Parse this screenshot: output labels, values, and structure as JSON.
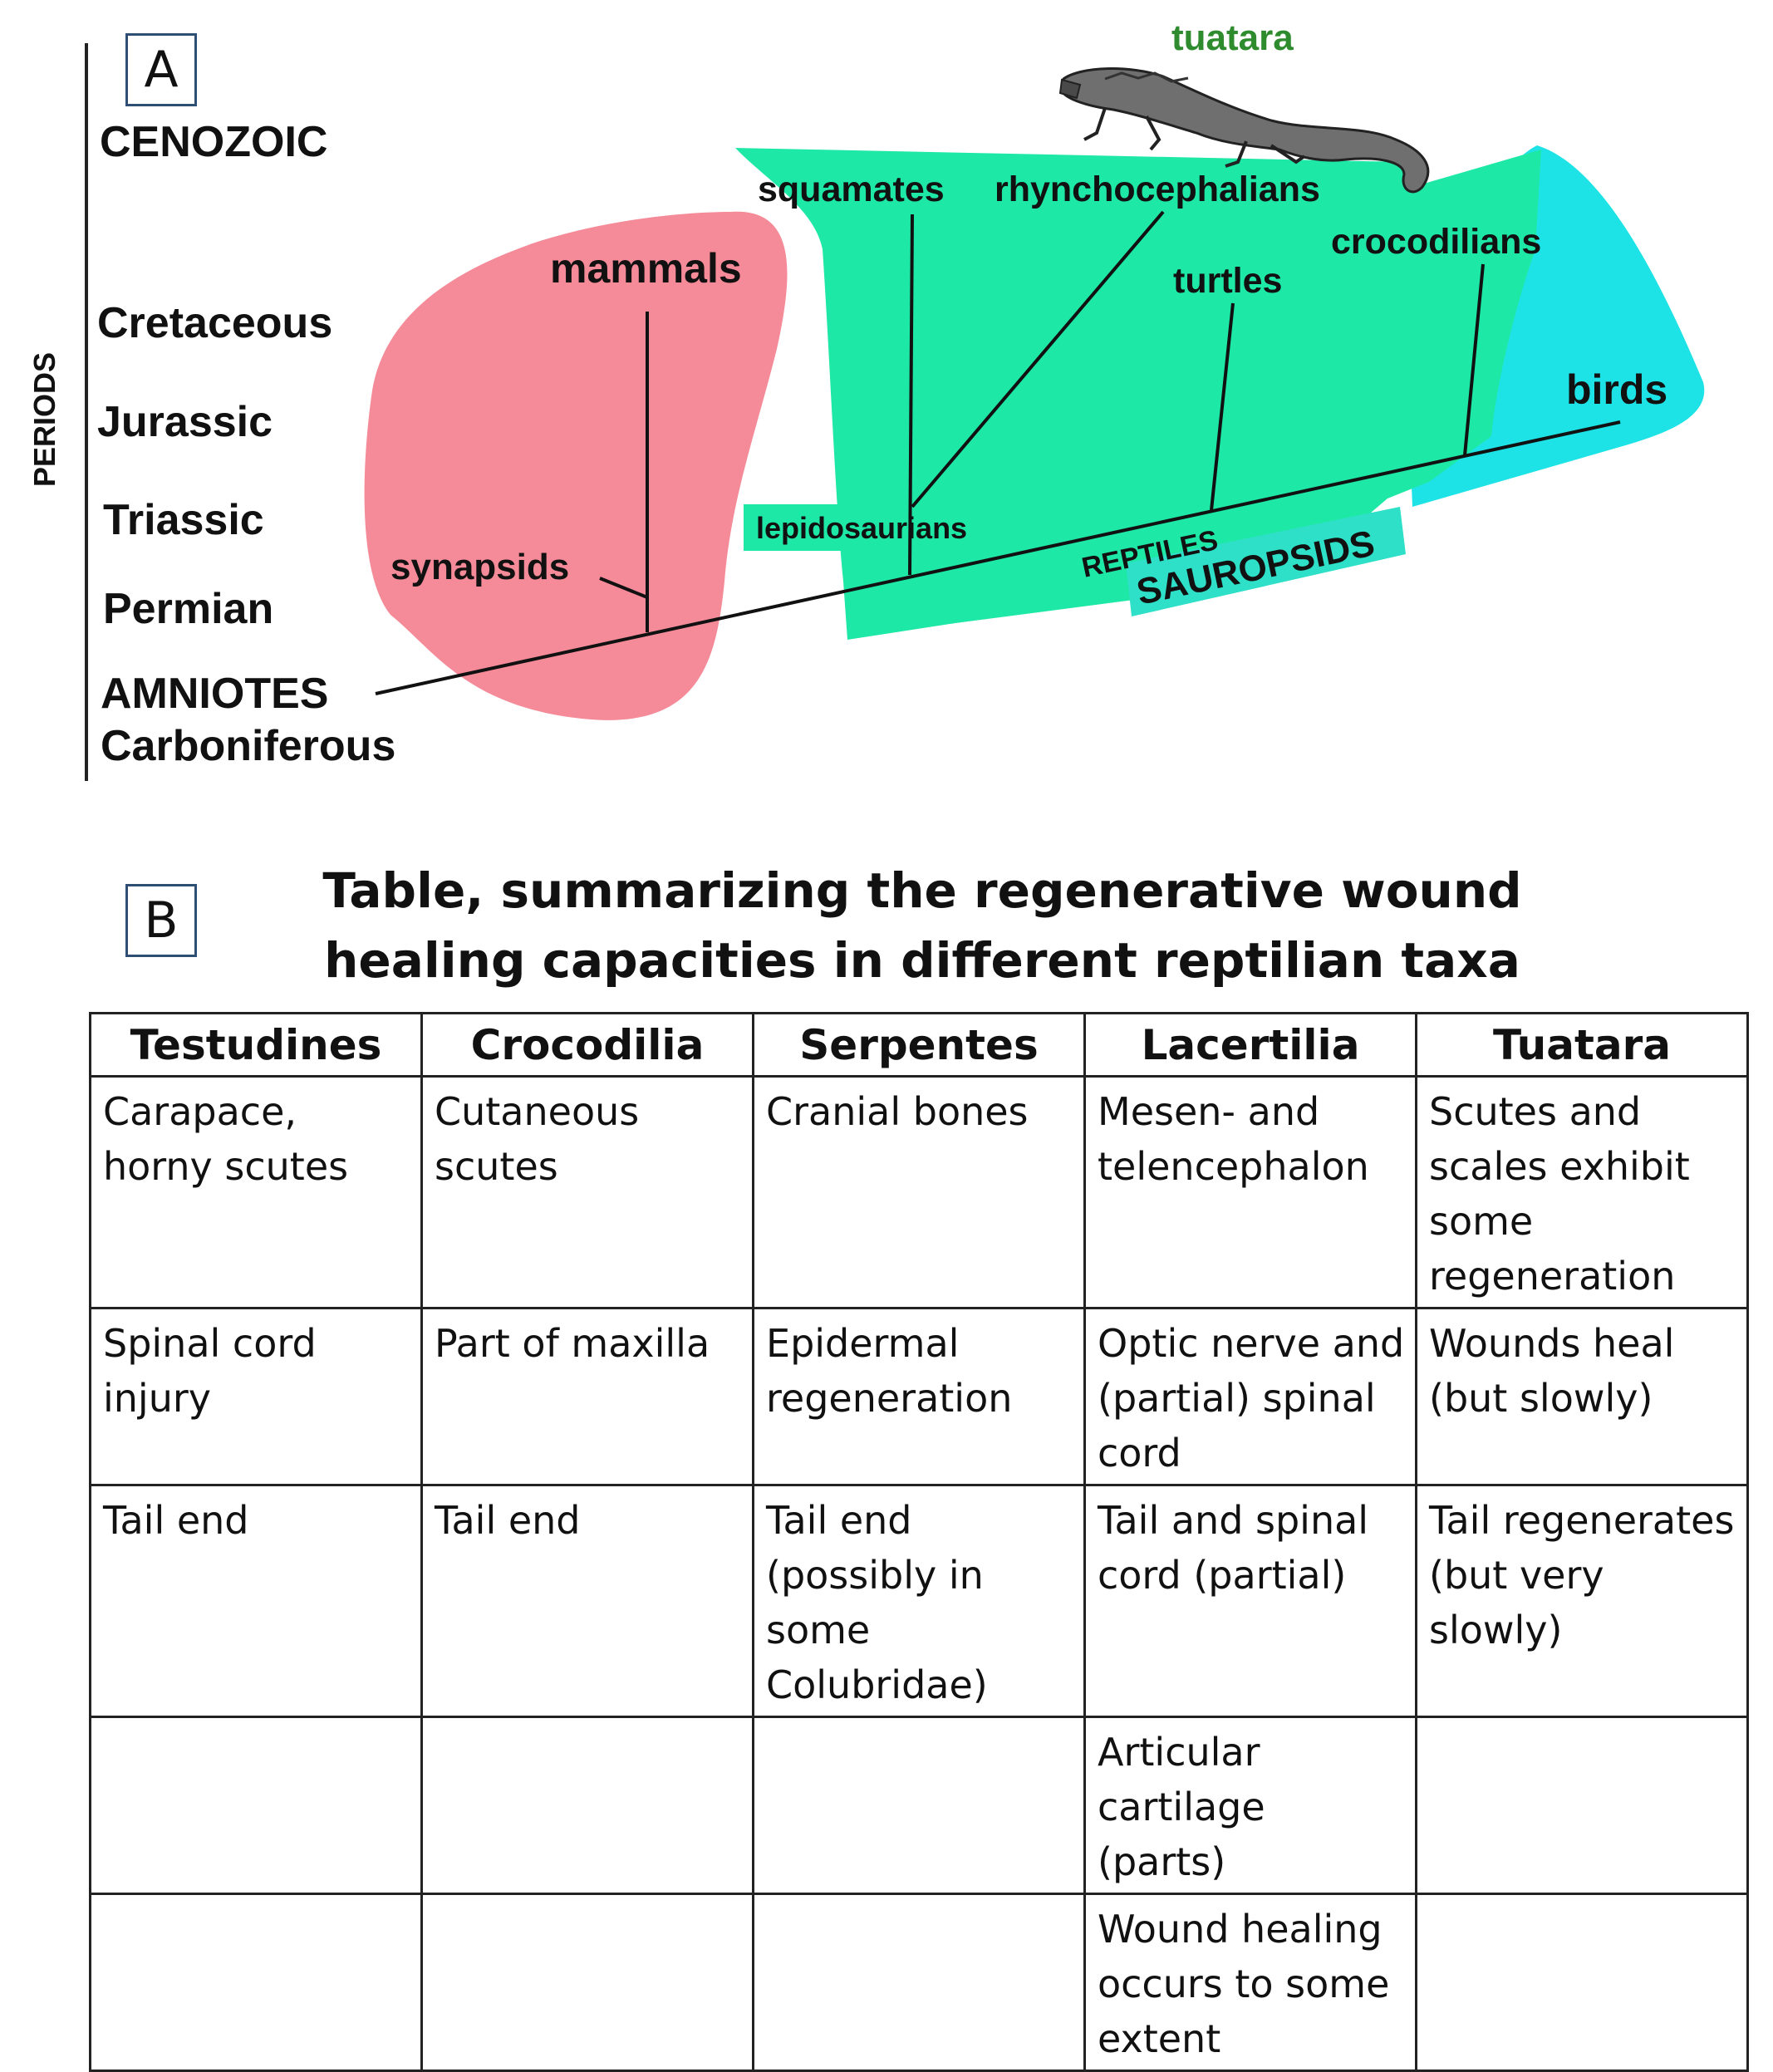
{
  "panel_a": {
    "tag": "A",
    "axis_label": "PERIODS",
    "periods": [
      "CENOZOIC",
      "Cretaceous",
      "Jurassic",
      "Triassic",
      "Permian",
      "AMNIOTES",
      "Carboniferous"
    ],
    "taxa": {
      "tuatara": "tuatara",
      "squamates": "squamates",
      "rhynchocephalians": "rhynchocephalians",
      "crocodilians": "crocodilians",
      "turtles": "turtles",
      "mammals": "mammals",
      "birds": "birds",
      "synapsids": "synapsids",
      "lepidosaurians": "lepidosaurians",
      "reptiles": "REPTILES",
      "sauropsids": "SAUROPSIDS"
    },
    "colors": {
      "synapsid_region": "#f58b98",
      "reptile_region": "#1ee8a5",
      "bird_region": "#1ee3e6",
      "tuatara_label": "#2e8b2e"
    },
    "icons": {
      "tuatara": "tuatara-lizard-icon"
    }
  },
  "panel_b": {
    "tag": "B",
    "title_line1": "Table, summarizing the regenerative wound",
    "title_line2": "healing capacities in different reptilian taxa",
    "headers": [
      "Testudines",
      "Crocodilia",
      "Serpentes",
      "Lacertilia",
      "Tuatara"
    ],
    "rows": [
      [
        "Carapace, horny scutes",
        "Cutaneous scutes",
        "Cranial bones",
        "Mesen- and telencephalon",
        "Scutes and scales exhibit some regeneration"
      ],
      [
        "Spinal cord injury",
        "Part of maxilla",
        "Epidermal regeneration",
        "Optic nerve and (partial) spinal cord",
        "Wounds heal (but slowly)"
      ],
      [
        "Tail end",
        "Tail end",
        "Tail end (possibly in some Colubridae)",
        "Tail and spinal cord (partial)",
        "Tail regenerates (but very slowly)"
      ],
      [
        "",
        "",
        "",
        "Articular cartilage (parts)",
        ""
      ],
      [
        "",
        "",
        "",
        "Wound healing occurs to some extent",
        ""
      ]
    ]
  }
}
